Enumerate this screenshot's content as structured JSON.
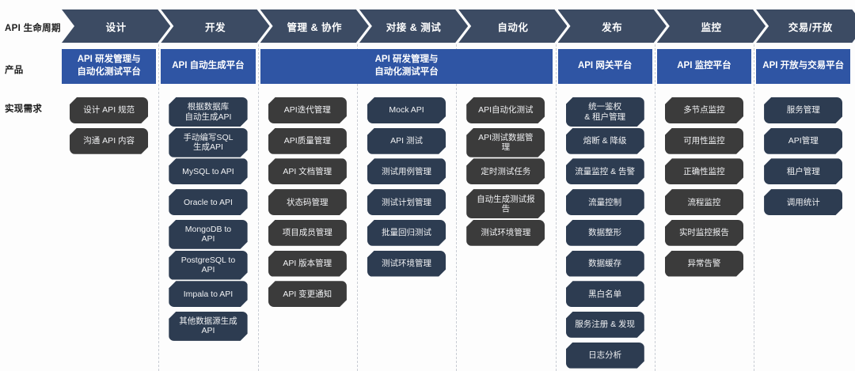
{
  "rows": {
    "lifecycle_label": "API 生命周期",
    "product_label": "产品",
    "requirement_label": "实现需求"
  },
  "colors": {
    "arrow": "#3c4b63",
    "product": "#2f55a4",
    "chip_gray": "#3b3b3b",
    "chip_navy": "#2d3c51",
    "page_bg": "#fdfdfd"
  },
  "lifecycle": [
    {
      "label": "设计"
    },
    {
      "label": "开发"
    },
    {
      "label": "管理 & 协作"
    },
    {
      "label": "对接 & 测试"
    },
    {
      "label": "自动化"
    },
    {
      "label": "发布"
    },
    {
      "label": "监控"
    },
    {
      "label": "交易/开放"
    }
  ],
  "products": [
    {
      "label": "API 研发管理与\n自动化测试平台",
      "span": 1
    },
    {
      "label": "API 自动生成平台",
      "span": 1
    },
    {
      "label": "API 研发管理与\n自动化测试平台",
      "span": 3
    },
    {
      "label": "API 网关平台",
      "span": 1
    },
    {
      "label": "API 监控平台",
      "span": 1
    },
    {
      "label": "API 开放与交易平台",
      "span": 1
    }
  ],
  "requirements": [
    {
      "column": "设计",
      "style": "gray",
      "items": [
        "设计 API 规范",
        "沟通 API 内容"
      ]
    },
    {
      "column": "开发",
      "style": "navy",
      "items": [
        "根据数据库\n自动生成API",
        "手动编写SQL\n生成API",
        "MySQL to API",
        "Oracle to API",
        "MongoDB to\nAPI",
        "PostgreSQL to\nAPI",
        "Impala to API",
        "其他数据源生成\nAPI"
      ]
    },
    {
      "column": "管理 & 协作",
      "style": "gray",
      "items": [
        "API迭代管理",
        "API质量管理",
        "API 文档管理",
        "状态码管理",
        "项目成员管理",
        "API 版本管理",
        "API 变更通知"
      ]
    },
    {
      "column": "对接 & 测试",
      "style": "navy",
      "items": [
        "Mock API",
        "API 测试",
        "测试用例管理",
        "测试计划管理",
        "批量回归测试",
        "测试环境管理"
      ]
    },
    {
      "column": "自动化",
      "style": "gray",
      "items": [
        "API自动化测试",
        "API测试数据管\n理",
        "定时测试任务",
        "自动生成测试报\n告",
        "测试环境管理"
      ]
    },
    {
      "column": "发布",
      "style": "navy",
      "items": [
        "统一鉴权\n& 租户管理",
        "熔断 & 降级",
        "流量监控 & 告警",
        "流量控制",
        "数据整形",
        "数据缓存",
        "黑白名单",
        "服务注册 & 发现",
        "日志分析"
      ]
    },
    {
      "column": "监控",
      "style": "gray",
      "items": [
        "多节点监控",
        "可用性监控",
        "正确性监控",
        "流程监控",
        "实时监控报告",
        "异常告警"
      ]
    },
    {
      "column": "交易/开放",
      "style": "navy",
      "items": [
        "服务管理",
        "API管理",
        "租户管理",
        "调用统计"
      ]
    }
  ]
}
